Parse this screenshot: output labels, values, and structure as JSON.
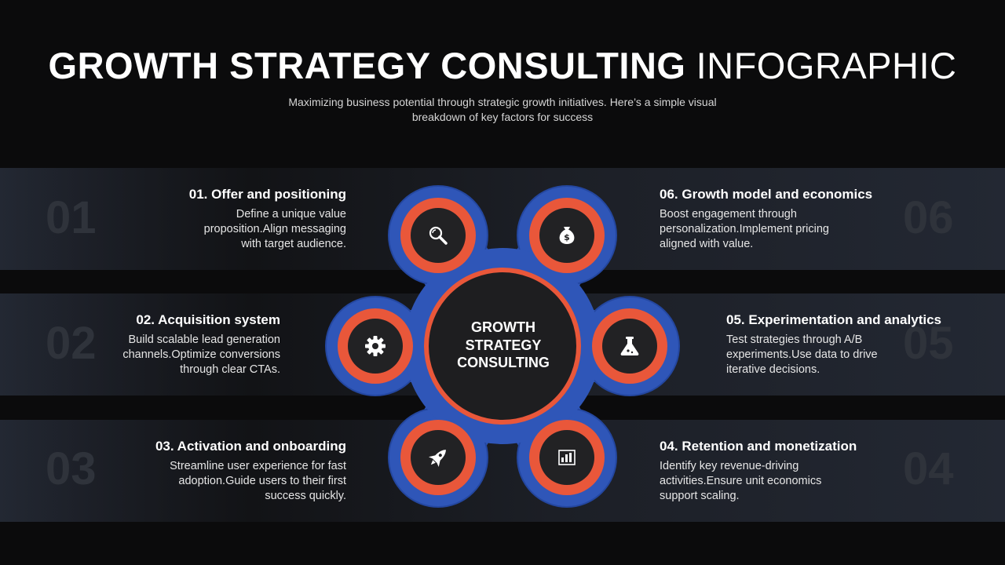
{
  "header": {
    "title_bold": "GROWTH STRATEGY CONSULTING",
    "title_light": "INFOGRAPHIC",
    "subtitle_line1": "Maximizing business potential through strategic growth initiatives. Here’s a simple visual",
    "subtitle_line2": "breakdown of key factors for success"
  },
  "center": {
    "line1": "GROWTH",
    "line2": "STRATEGY",
    "line3": "CONSULTING"
  },
  "items": [
    {
      "num": "01",
      "title": "01. Offer and positioning",
      "lines": [
        "Define a unique value",
        "proposition.Align messaging",
        "with target audience."
      ],
      "icon": "magnifier-icon"
    },
    {
      "num": "02",
      "title": "02. Acquisition system",
      "lines": [
        "Build scalable lead generation",
        "channels.Optimize conversions",
        "through clear CTAs."
      ],
      "icon": "gear-icon"
    },
    {
      "num": "03",
      "title": "03. Activation and onboarding",
      "lines": [
        "Streamline user experience for fast",
        "adoption.Guide users to their first",
        "success quickly."
      ],
      "icon": "rocket-icon"
    },
    {
      "num": "04",
      "title": "04. Retention and monetization",
      "lines": [
        "Identify key revenue-driving",
        "activities.Ensure unit economics",
        "support scaling."
      ],
      "icon": "bar-chart-icon"
    },
    {
      "num": "05",
      "title": "05. Experimentation and analytics",
      "lines": [
        "Test strategies through A/B",
        "experiments.Use data to drive",
        "iterative decisions."
      ],
      "icon": "flask-icon"
    },
    {
      "num": "06",
      "title": "06. Growth model and economics",
      "lines": [
        "Boost engagement through",
        "personalization.Implement pricing",
        "aligned with value."
      ],
      "icon": "money-bag-icon"
    }
  ],
  "colors": {
    "background": "#0b0b0c",
    "blue_petal": "#2f56b8",
    "orange_ring": "#e9573a",
    "dark_disc": "#222224"
  }
}
